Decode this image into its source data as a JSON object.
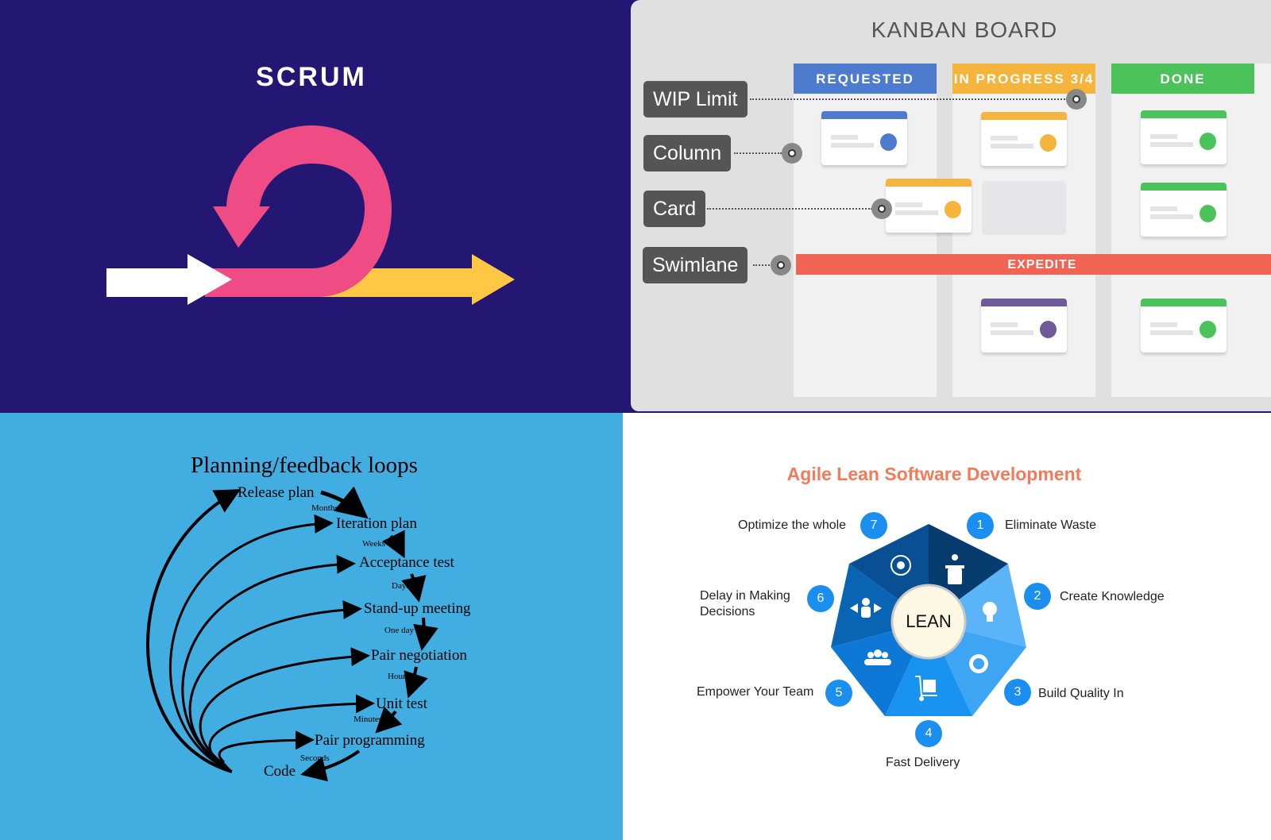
{
  "scrum": {
    "title": "SCRUM",
    "colors": {
      "background": "#241773",
      "loop": "#ef4b84",
      "input_arrow": "#ffffff",
      "output_arrow": "#fec844"
    }
  },
  "kanban": {
    "title": "KANBAN BOARD",
    "columns": [
      {
        "label": "REQUESTED",
        "color": "#4d7bcd"
      },
      {
        "label": "IN PROGRESS 3/4",
        "color": "#f5b43c"
      },
      {
        "label": "DONE",
        "color": "#4cc35a"
      }
    ],
    "callouts": [
      "WIP Limit",
      "Column",
      "Card",
      "Swimlane"
    ],
    "swimlane_label": "EXPEDITE",
    "swimlane_color": "#f16353",
    "card_colors": {
      "blue": "#4d7bcd",
      "orange": "#f5b43c",
      "green": "#4cc35a",
      "purple": "#6e5a96"
    }
  },
  "loops": {
    "title": "Planning/feedback loops",
    "nodes": [
      "Release plan",
      "Iteration plan",
      "Acceptance test",
      "Stand-up meeting",
      "Pair negotiation",
      "Unit test",
      "Pair programming",
      "Code"
    ],
    "durations": [
      "Months",
      "Weeks",
      "Days",
      "One day",
      "Hours",
      "Minutes",
      "Seconds"
    ]
  },
  "lean": {
    "title": "Agile Lean Software Development",
    "center": "LEAN",
    "principles": [
      {
        "num": "1",
        "label": "Eliminate Waste",
        "icon": "trash-icon"
      },
      {
        "num": "2",
        "label": "Create Knowledge",
        "icon": "lightbulb-icon"
      },
      {
        "num": "3",
        "label": "Build Quality In",
        "icon": "badge-check-icon"
      },
      {
        "num": "4",
        "label": "Fast Delivery",
        "icon": "delivery-cart-icon"
      },
      {
        "num": "5",
        "label": "Empower Your Team",
        "icon": "team-icon"
      },
      {
        "num": "6",
        "label": "Delay in Making Decisions",
        "icon": "decision-arrows-icon"
      },
      {
        "num": "7",
        "label": "Optimize the whole",
        "icon": "gear-cycle-icon"
      }
    ]
  }
}
